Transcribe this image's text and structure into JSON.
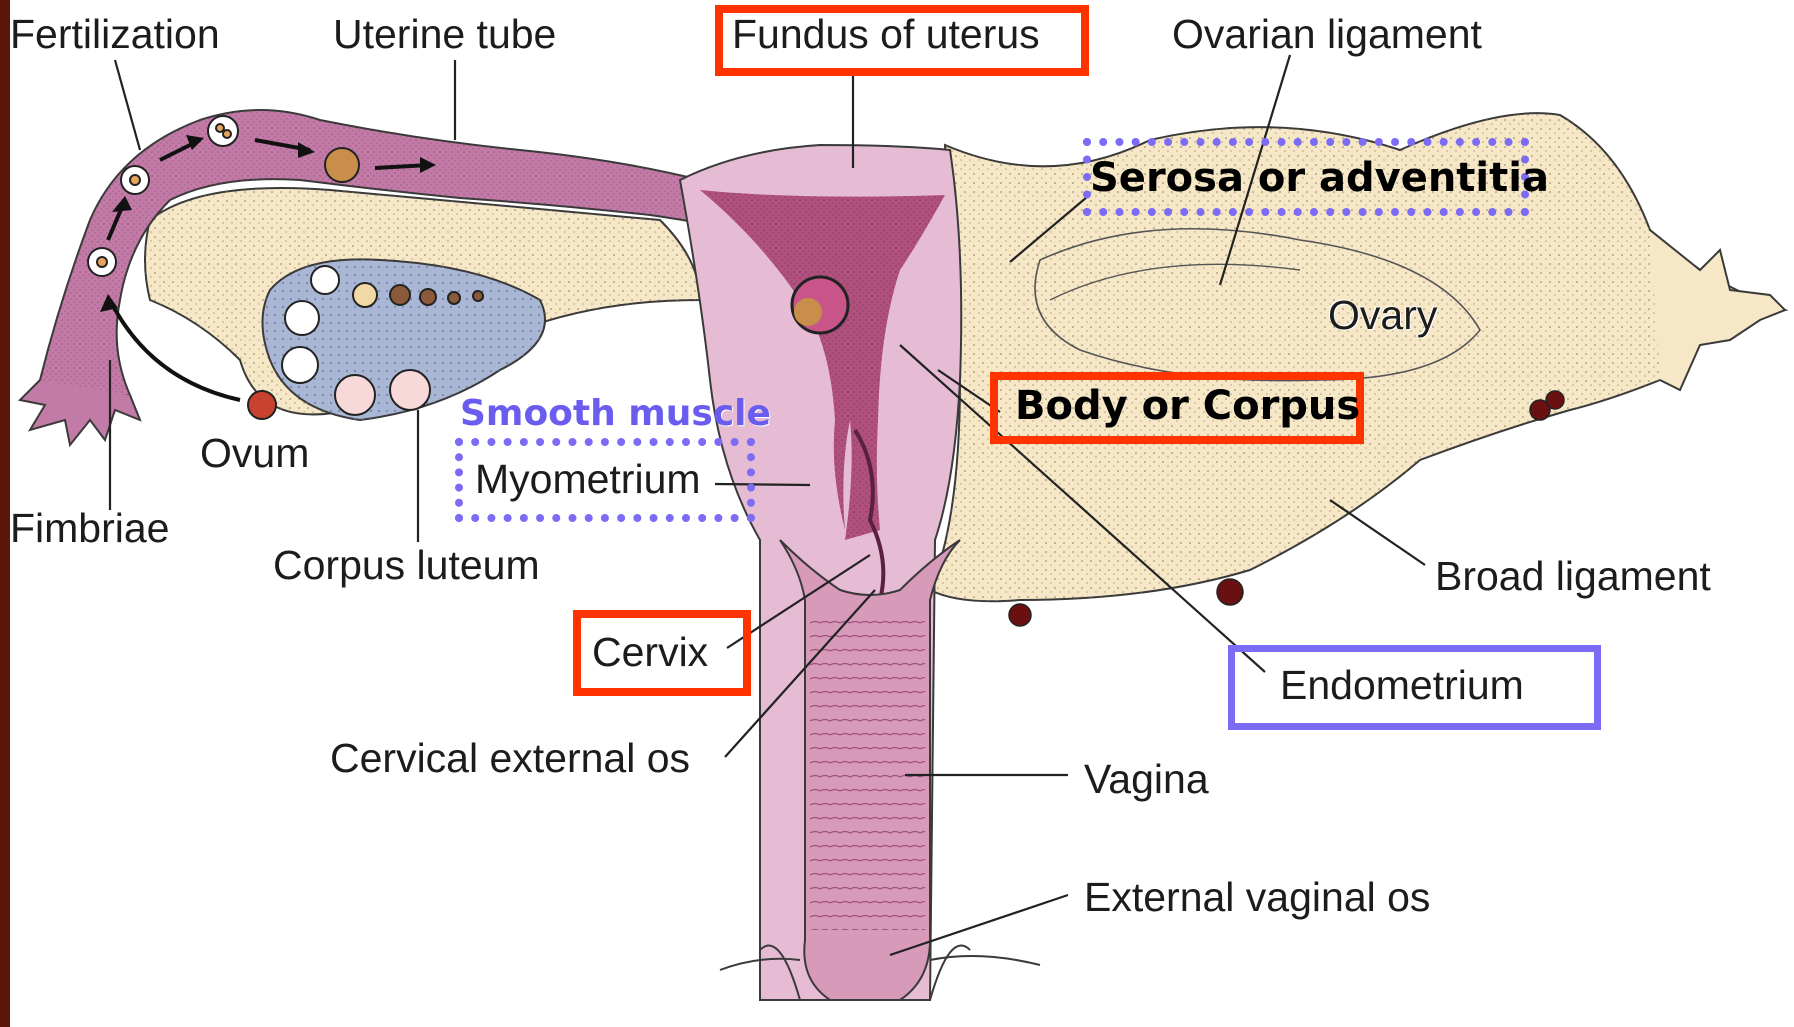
{
  "labels": {
    "fertilization": "Fertilization",
    "uterine_tube": "Uterine tube",
    "fundus": "Fundus of uterus",
    "ovarian_ligament": "Ovarian ligament",
    "serosa": "Serosa or adventitia",
    "ovary": "Ovary",
    "body": "Body or Corpus",
    "smooth_muscle": "Smooth muscle",
    "myometrium": "Myometrium",
    "ovum": "Ovum",
    "fimbriae": "Fimbriae",
    "corpus_luteum": "Corpus luteum",
    "broad_ligament": "Broad ligament",
    "cervix": "Cervix",
    "endometrium": "Endometrium",
    "cervical_os": "Cervical external os",
    "vagina": "Vagina",
    "external_vaginal_os": "External vaginal os"
  },
  "colors": {
    "frame": "#5c1608",
    "red_box": "#ff3300",
    "blue_box": "#7b6bf5",
    "tube": "#c27aa6",
    "uterus": "#e6bcd4",
    "cavity": "#b0507d",
    "ligament": "#f6e7c6",
    "ovary": "#a9b7d4"
  }
}
